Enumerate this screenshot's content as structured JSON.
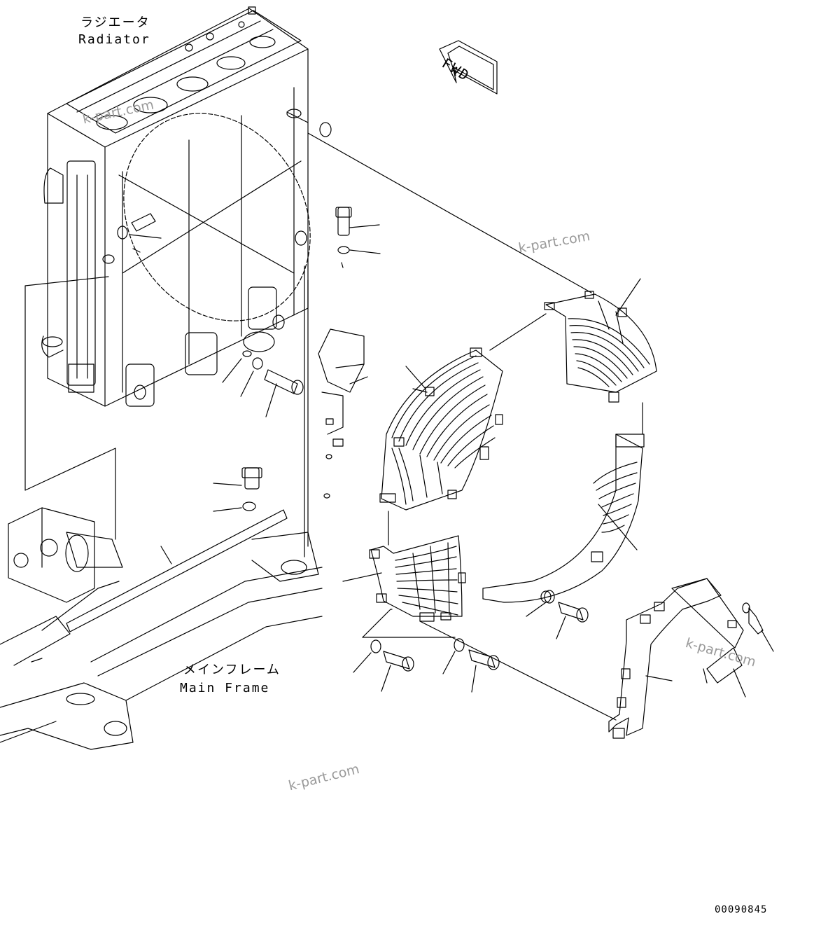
{
  "labels": {
    "radiator_jp": "ラジエータ",
    "radiator_en": "Radiator",
    "mainframe_jp": "メインフレーム",
    "mainframe_en": "Main Frame",
    "fwd": "FWD",
    "drawing_code": "00090845"
  },
  "watermarks": [
    "k-part.com",
    "k-part.com",
    "k-part.com",
    "k-part.com"
  ]
}
